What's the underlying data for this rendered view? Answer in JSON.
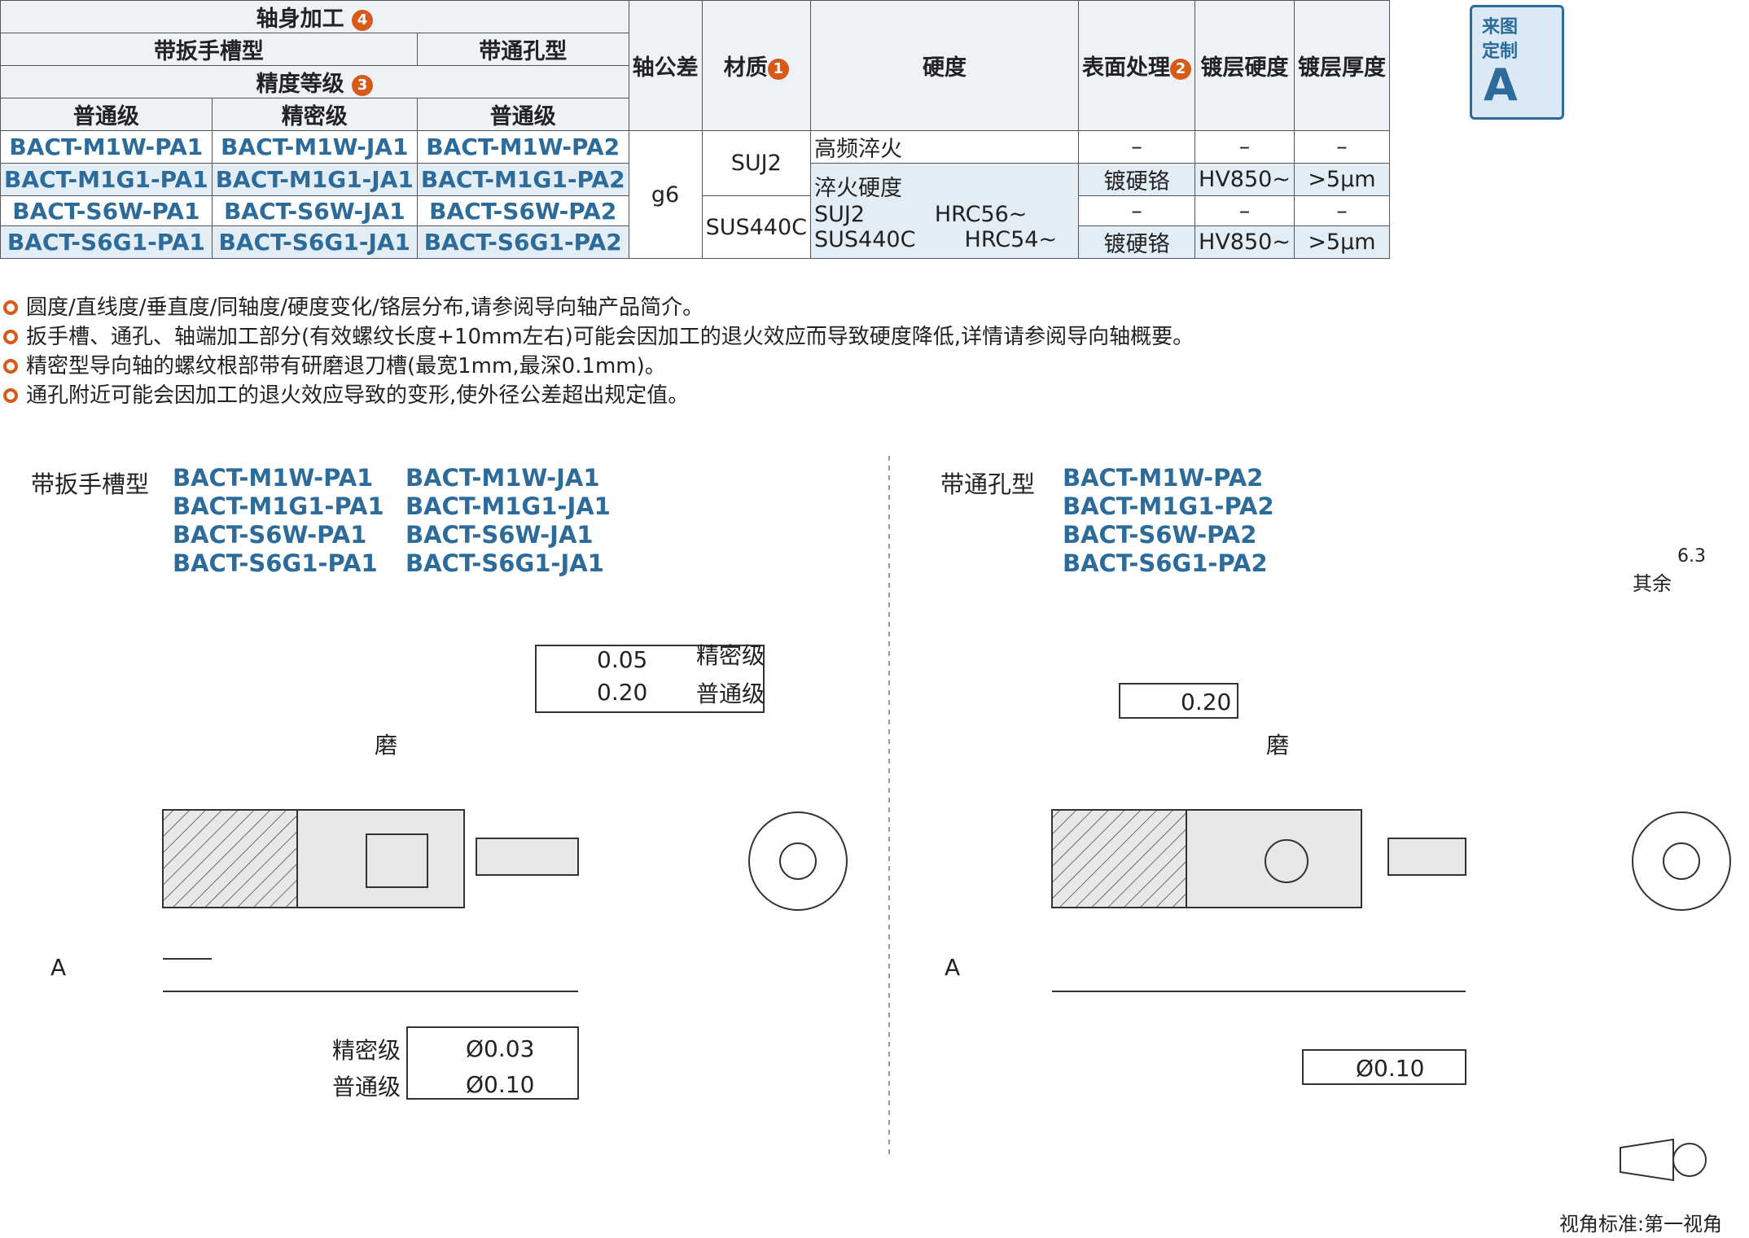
{
  "table": {
    "header": {
      "shaft": "轴身加工",
      "wrench": "带扳手槽型",
      "through": "带通孔型",
      "grade": "精度等级",
      "normal": "普通级",
      "precise": "精密级",
      "tol": "轴公差",
      "material": "材质",
      "hardness": "硬度",
      "surface": "表面处理",
      "plate_hard": "镀层硬度",
      "plate_thick": "镀层厚度"
    },
    "rows": [
      {
        "a": "BACT-M1W-PA1",
        "b": "BACT-M1W-JA1",
        "c": "BACT-M1W-PA2",
        "surf": "–",
        "ph": "–",
        "pt": "–"
      },
      {
        "a": "BACT-M1G1-PA1",
        "b": "BACT-M1G1-JA1",
        "c": "BACT-M1G1-PA2",
        "surf": "镀硬铬",
        "ph": "HV850~",
        "pt": ">5μm"
      },
      {
        "a": "BACT-S6W-PA1",
        "b": "BACT-S6W-JA1",
        "c": "BACT-S6W-PA2",
        "surf": "–",
        "ph": "–",
        "pt": "–"
      },
      {
        "a": "BACT-S6G1-PA1",
        "b": "BACT-S6G1-JA1",
        "c": "BACT-S6G1-PA2",
        "surf": "镀硬铬",
        "ph": "HV850~",
        "pt": ">5μm"
      }
    ],
    "tol": "g6",
    "mat1": "SUJ2",
    "mat2": "SUS440C",
    "hard1": "高频淬火",
    "hard2": "淬火硬度",
    "hard3": "SUJ2          HRC56~",
    "hard4": "SUS440C       HRC54~"
  },
  "notes": [
    "圆度/直线度/垂直度/同轴度/硬度变化/铬层分布,请参阅导向轴产品简介。",
    "扳手槽、通孔、轴端加工部分(有效螺纹长度+10mm左右)可能会因加工的退火效应而导致硬度降低,详情请参阅导向轴概要。",
    "精密型导向轴的螺纹根部带有研磨退刀槽(最宽1mm,最深0.1mm)。",
    "通孔附近可能会因加工的退火效应导致的变形,使外径公差超出规定值。"
  ],
  "stamp": {
    "line1": "来图",
    "line2": "定制",
    "letter": "A"
  },
  "left": {
    "title": "带扳手槽型",
    "col1": [
      "BACT-M1W-PA1",
      "BACT-M1G1-PA1",
      "BACT-S6W-PA1",
      "BACT-S6G1-PA1"
    ],
    "col2": [
      "BACT-M1W-JA1",
      "BACT-M1G1-JA1",
      "BACT-S6W-JA1",
      "BACT-S6G1-JA1"
    ],
    "tol1": "0.05",
    "tol2": "0.20",
    "g1": "精密级",
    "g2": "普通级",
    "c1": "Ø0.03",
    "c2": "Ø0.10"
  },
  "right": {
    "title": "带通孔型",
    "col": [
      "BACT-M1W-PA2",
      "BACT-M1G1-PA2",
      "BACT-S6W-PA2",
      "BACT-S6G1-PA2"
    ],
    "tol": "0.20",
    "coax": "Ø0.10"
  },
  "misc": {
    "rest": "其余",
    "ra": "6.3",
    "view": "视角标准:第一视角",
    "grind": "磨",
    "datum": "A"
  }
}
